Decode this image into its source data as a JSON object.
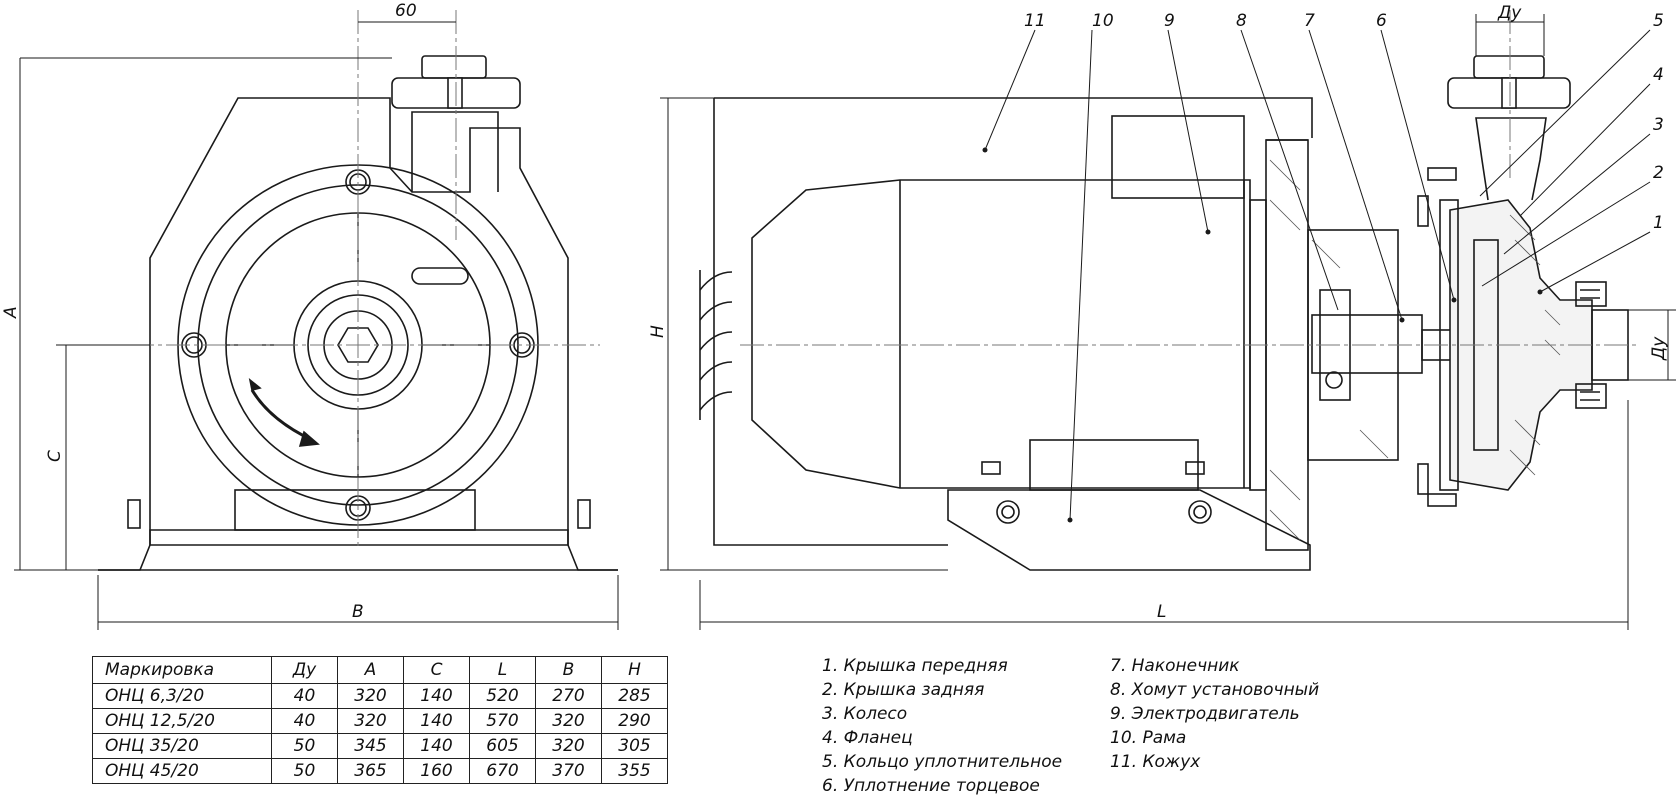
{
  "front_view": {
    "dim_60": "60",
    "dim_A": "A",
    "dim_C": "C",
    "dim_B": "B"
  },
  "side_view": {
    "dim_H": "H",
    "dim_L": "L",
    "dim_Du_top": "Ду",
    "dim_Du_right": "Ду",
    "callouts": [
      "11",
      "10",
      "9",
      "8",
      "7",
      "6",
      "5",
      "4",
      "3",
      "2",
      "1"
    ]
  },
  "table": {
    "headers": [
      "Маркировка",
      "Ду",
      "A",
      "C",
      "L",
      "B",
      "H"
    ],
    "rows": [
      [
        "ОНЦ  6,3/20",
        "40",
        "320",
        "140",
        "520",
        "270",
        "285"
      ],
      [
        "ОНЦ  12,5/20",
        "40",
        "320",
        "140",
        "570",
        "320",
        "290"
      ],
      [
        "ОНЦ  35/20",
        "50",
        "345",
        "140",
        "605",
        "320",
        "305"
      ],
      [
        "ОНЦ  45/20",
        "50",
        "365",
        "160",
        "670",
        "370",
        "355"
      ]
    ]
  },
  "legend": {
    "left": [
      "1. Крышка передняя",
      "2. Крышка задняя",
      "3. Колесо",
      "4. Фланец",
      "5. Кольцо уплотнительное",
      "6. Уплотнение торцевое"
    ],
    "right": [
      "7. Наконечник",
      "8. Хомут установочный",
      "9. Электродвигатель",
      "10. Рама",
      "11. Кожух"
    ]
  },
  "colors": {
    "line": "#1a1a1a",
    "hatch": "#555555",
    "background": "#ffffff"
  }
}
